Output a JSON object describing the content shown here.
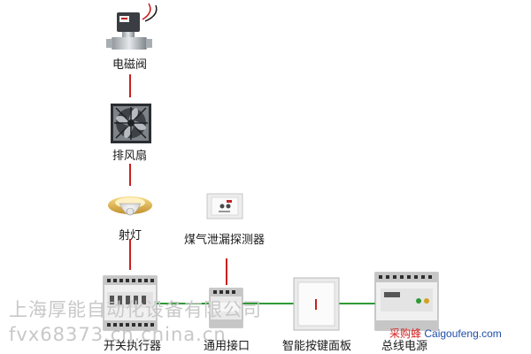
{
  "devices": {
    "valve": "电磁阀",
    "fan": "排风扇",
    "spotlight": "射灯",
    "gas_detector": "煤气泄漏探测器",
    "switch_actuator": "开关执行器",
    "interface": "通用接口",
    "panel": "智能按键面板",
    "power": "总线电源"
  },
  "watermark": {
    "company": "上海厚能自动化设备有限公司",
    "code": "fvx68373.cn.china.cn"
  },
  "brand": {
    "name": "采购蜂",
    "url": "Caigoufeng.com"
  },
  "colors": {
    "red_line": "#c8201e",
    "green_line": "#2e9a36",
    "brand_red": "#d42121",
    "brand_blue": "#1f4fa8"
  }
}
